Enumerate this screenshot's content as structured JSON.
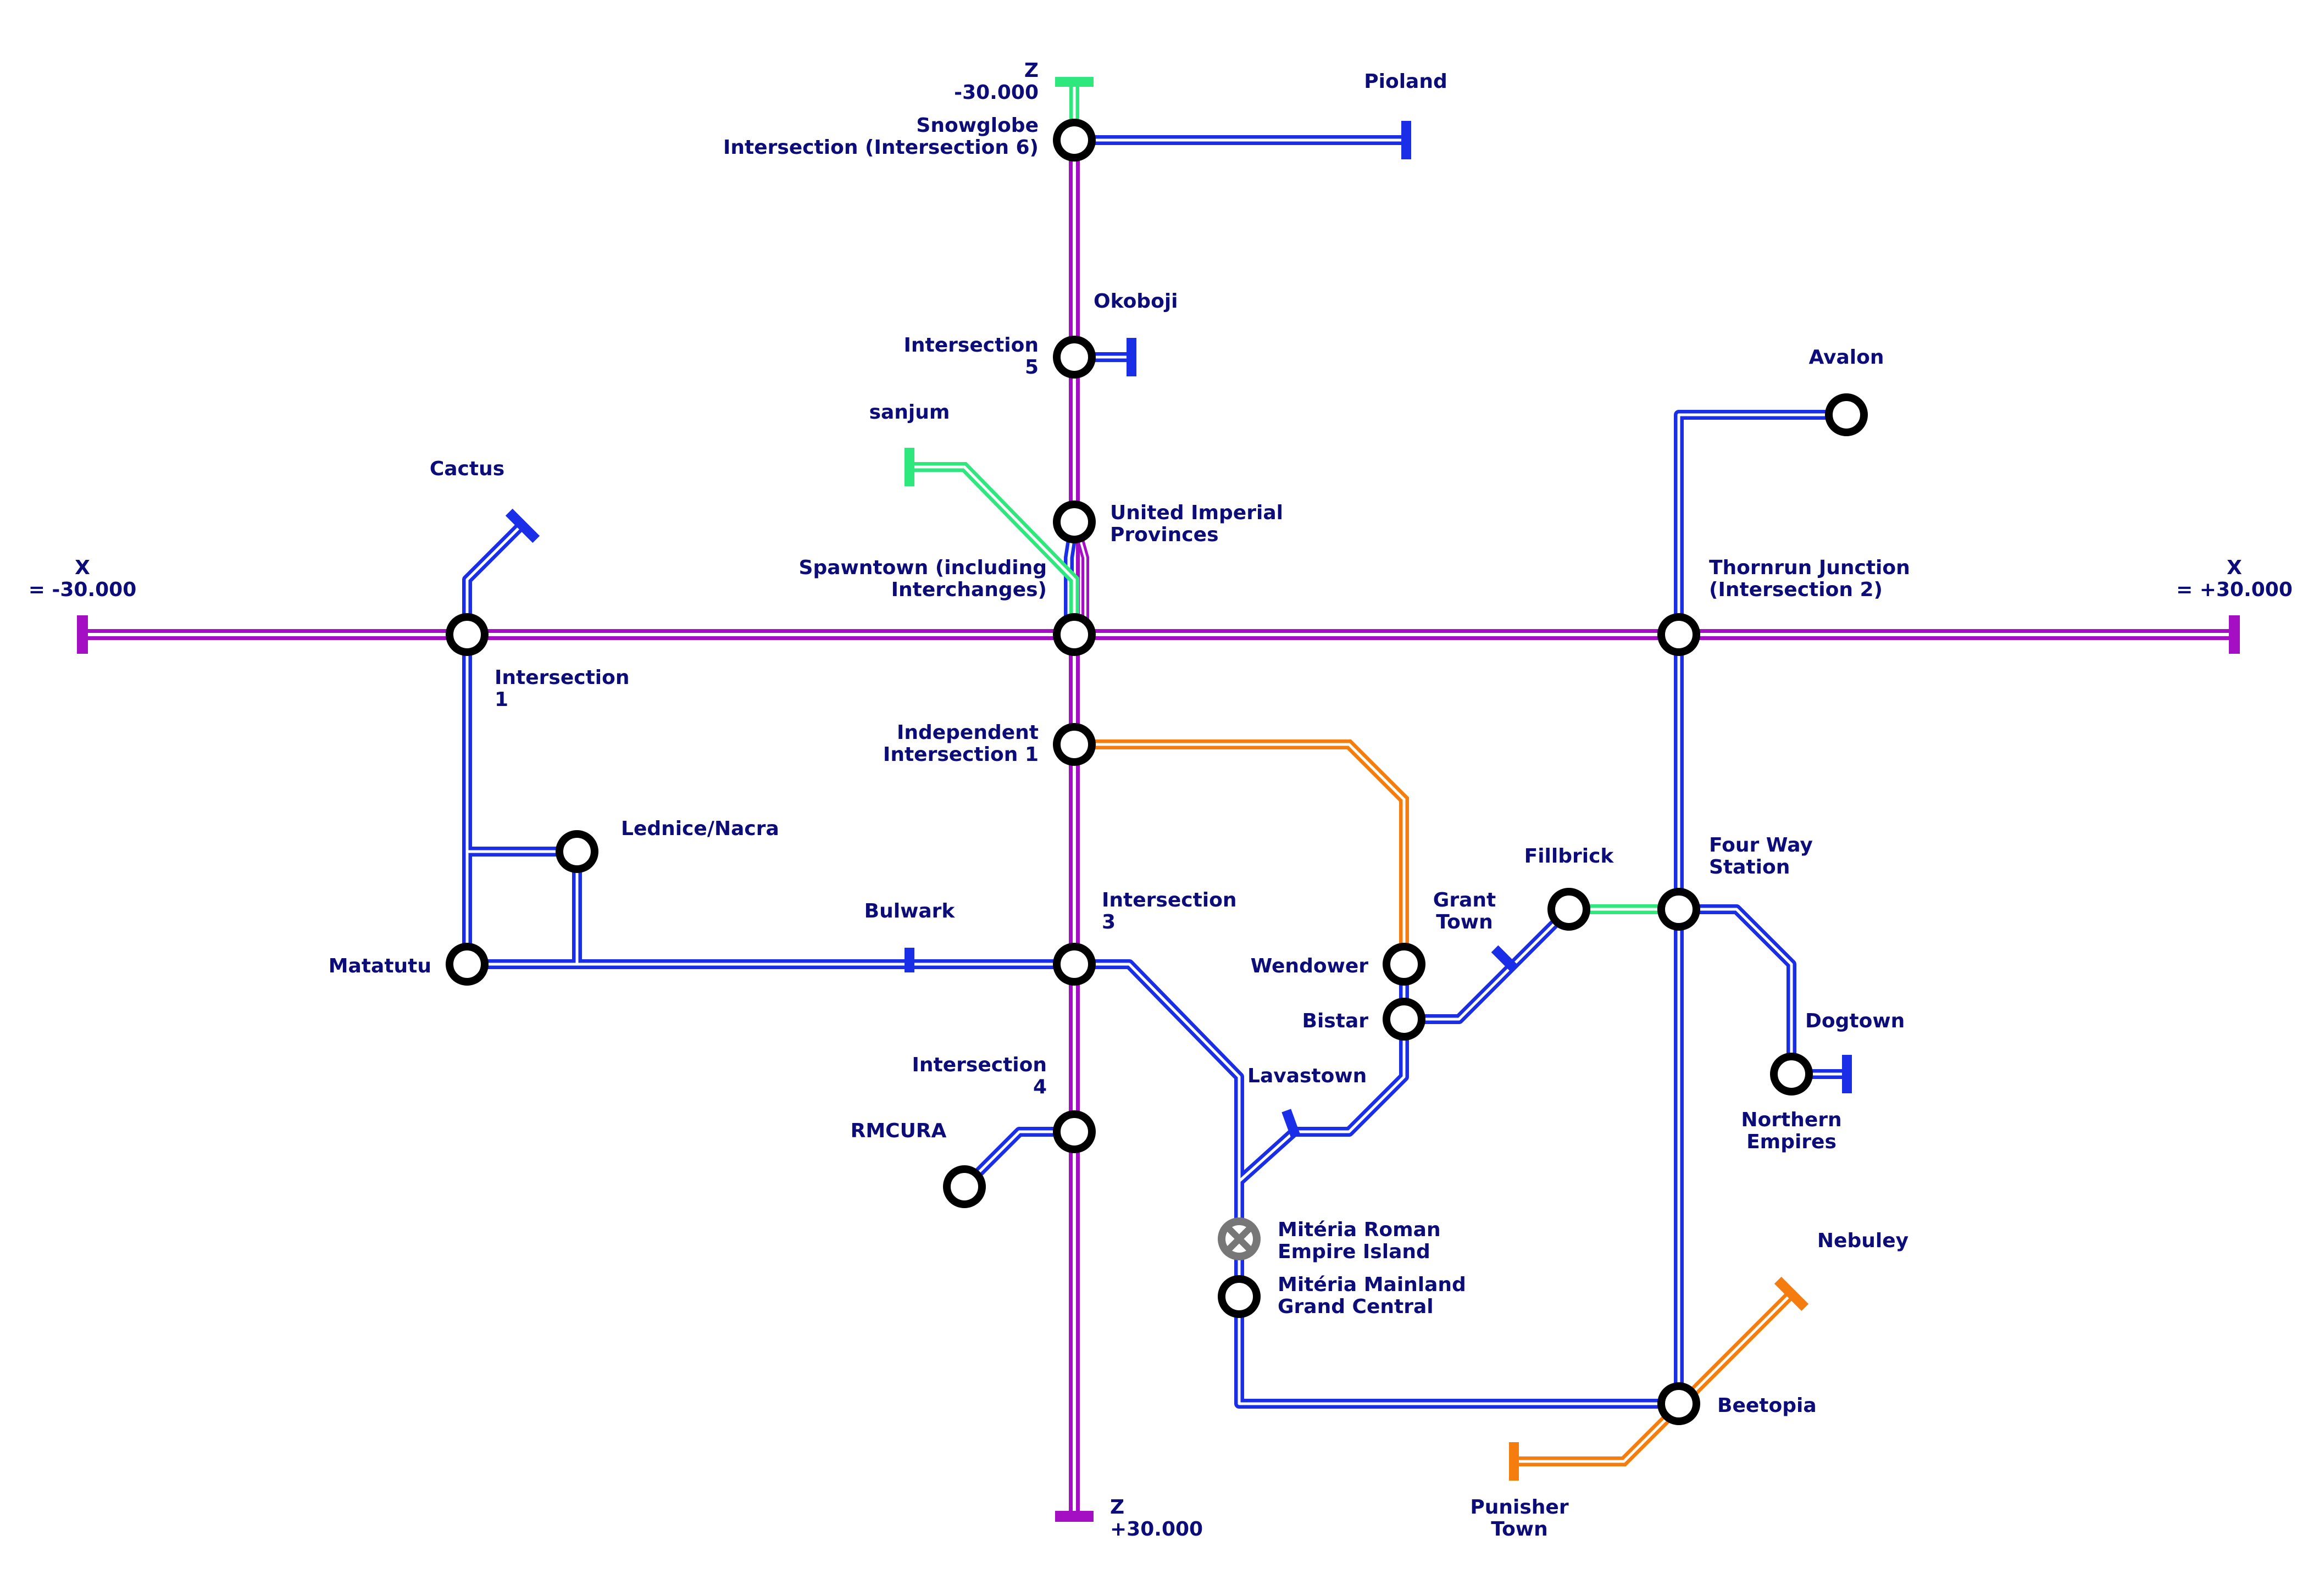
{
  "map": {
    "title": "Road network map",
    "colors": {
      "highway": "#a40fc4",
      "road": "#1a2ee8",
      "green_route": "#2ee87e",
      "orange_route": "#f57d0f",
      "station_outline": "#000000",
      "label": "#0d0d7a",
      "closed_station": "#777777"
    },
    "labels": {
      "z_neg": [
        "Z",
        "-30.000"
      ],
      "z_pos": [
        "Z",
        "+30.000"
      ],
      "x_neg": [
        "X",
        "= -30.000"
      ],
      "x_pos": [
        "X",
        "= +30.000"
      ],
      "pioland": [
        "Pioland"
      ],
      "snowglobe": [
        "Snowglobe",
        "Intersection (Intersection 6)"
      ],
      "okoboji": [
        "Okoboji"
      ],
      "intersection5": [
        "Intersection",
        "5"
      ],
      "avalon": [
        "Avalon"
      ],
      "sanjum": [
        "sanjum"
      ],
      "cactus": [
        "Cactus"
      ],
      "uip": [
        "United Imperial",
        "Provinces"
      ],
      "spawntown": [
        "Spawntown (including",
        "Interchanges)"
      ],
      "thornrun": [
        "Thornrun Junction",
        "(Intersection 2)"
      ],
      "intersection1": [
        "Intersection",
        "1"
      ],
      "independent": [
        "Independent",
        "Intersection 1"
      ],
      "lednice": [
        "Lednice/Nacra"
      ],
      "fillbrick": [
        "Fillbrick"
      ],
      "fourway": [
        "Four Way",
        "Station"
      ],
      "bulwark": [
        "Bulwark"
      ],
      "intersection3": [
        "Intersection",
        "3"
      ],
      "granttown": [
        "Grant",
        "Town"
      ],
      "matatutu": [
        "Matatutu"
      ],
      "wendower": [
        "Wendower"
      ],
      "bistar": [
        "Bistar"
      ],
      "dogtown": [
        "Dogtown"
      ],
      "intersection4": [
        "Intersection",
        "4"
      ],
      "lavastown": [
        "Lavastown"
      ],
      "northern": [
        "Northern",
        "Empires"
      ],
      "rmcura": [
        "RMCURA"
      ],
      "mitisland": [
        "Mitéria Roman",
        "Empire Island"
      ],
      "mitmainland": [
        "Mitéria Mainland",
        "Grand Central"
      ],
      "nebuley": [
        "Nebuley"
      ],
      "beetopia": [
        "Beetopia"
      ],
      "punisher": [
        "Punisher",
        "Town"
      ]
    }
  }
}
